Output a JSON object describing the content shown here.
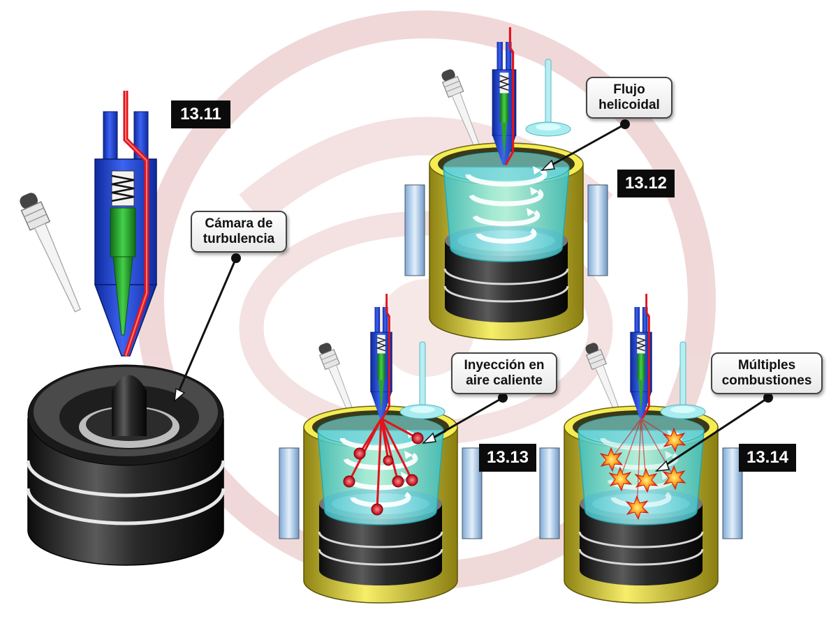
{
  "figures": [
    {
      "id": "13.11",
      "callout": [
        "Cámara de",
        "turbulencia"
      ]
    },
    {
      "id": "13.12",
      "callout": [
        "Flujo",
        "helicoidal"
      ]
    },
    {
      "id": "13.13",
      "callout": [
        "Inyección en",
        "aire caliente"
      ]
    },
    {
      "id": "13.14",
      "callout": [
        "Múltiples",
        "combustiones"
      ]
    }
  ],
  "colors": {
    "injector_body": "#1f3fd1",
    "fuel_line": "#e0141c",
    "needle": "#2aa52a",
    "cylinder": "#f3e84a",
    "combustion_chamber": "#49d7dd",
    "piston": "#1a1a1a",
    "watermark": "#e9c6c6",
    "flame": "#f0b020"
  },
  "icons": [
    "injector-icon",
    "glow-plug-icon",
    "valve-icon",
    "swirl-arrow-icon",
    "fuel-droplet-icon",
    "flame-burst-icon"
  ]
}
